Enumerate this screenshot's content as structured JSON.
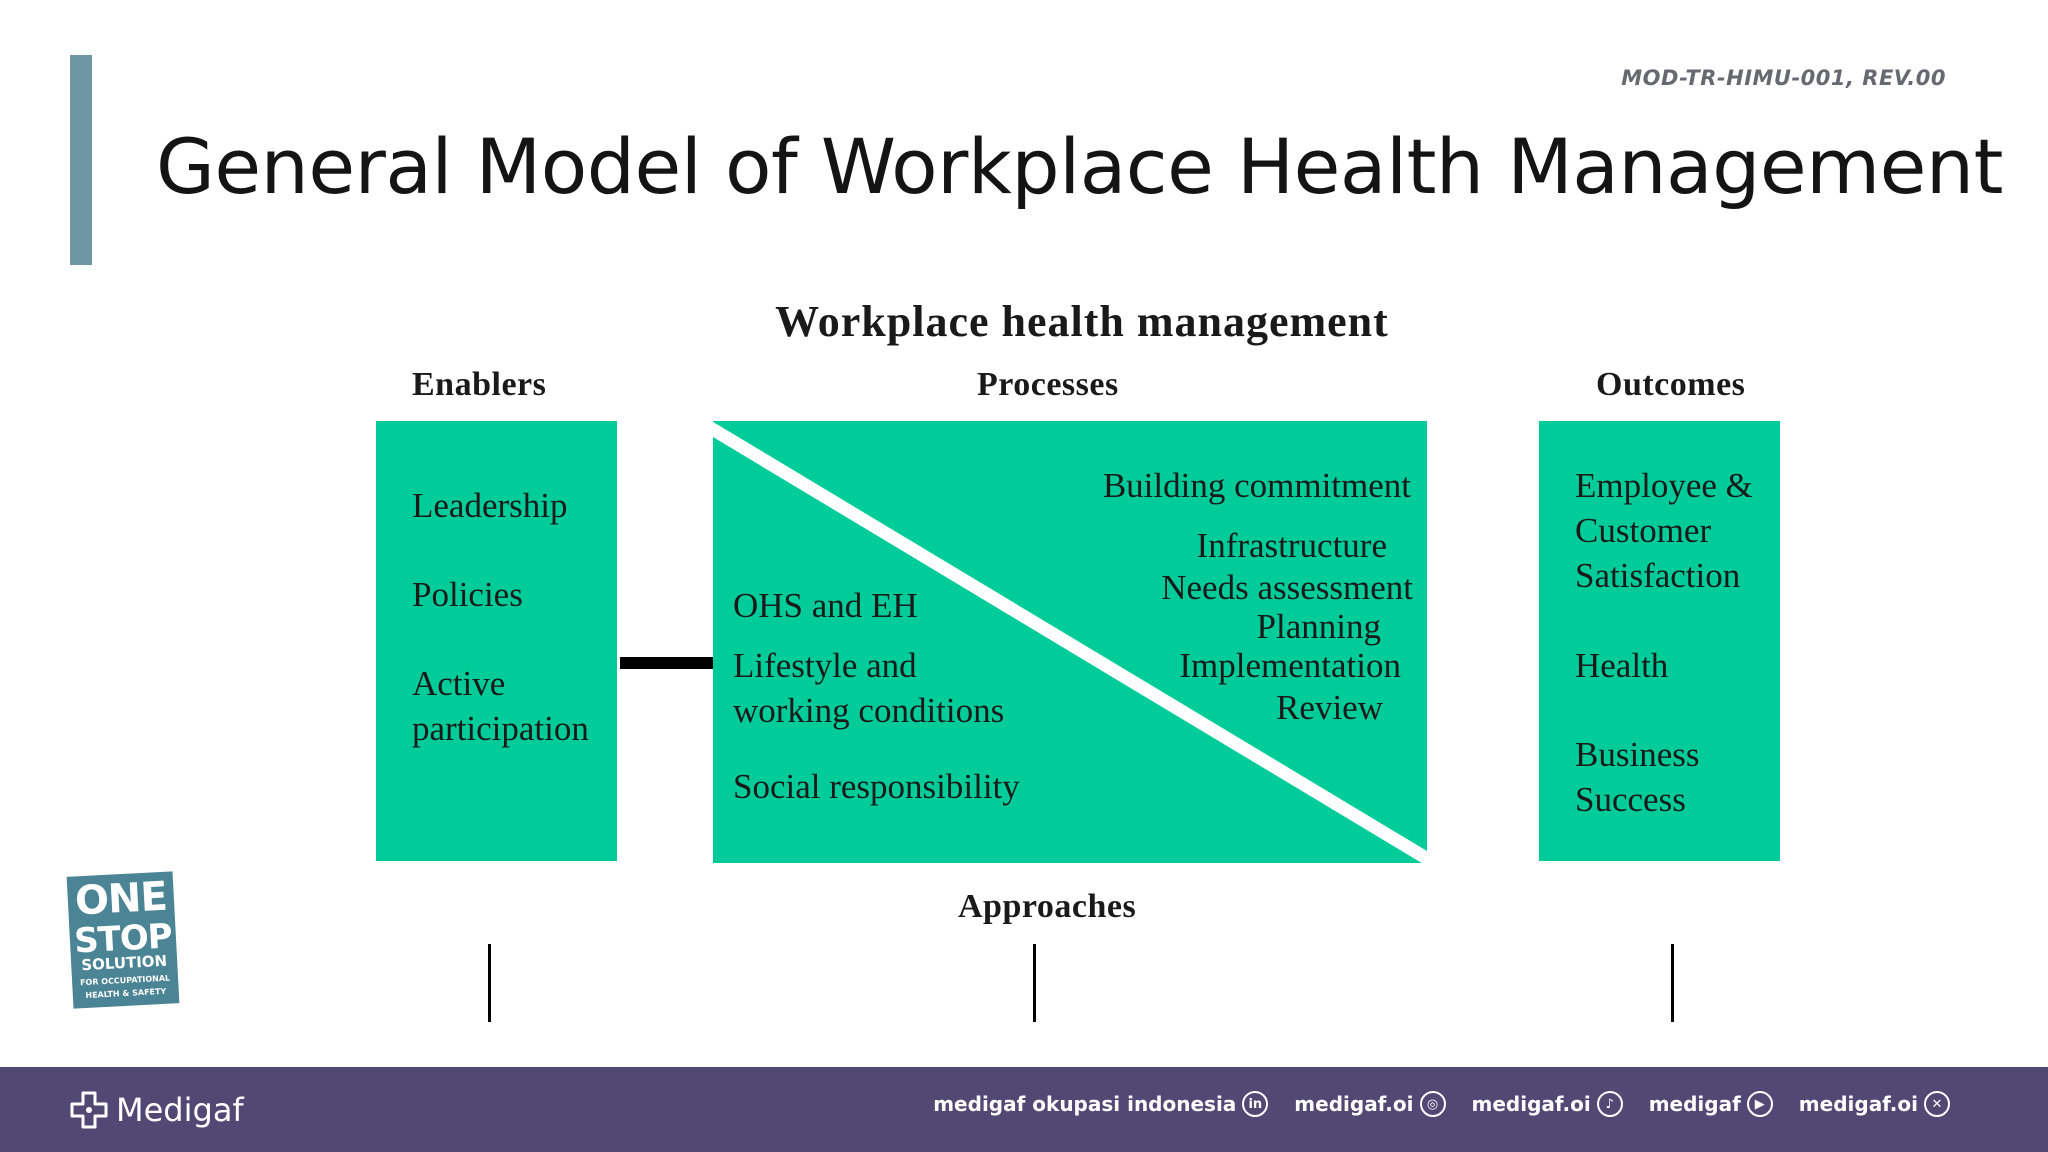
{
  "slide": {
    "doc_code": "MOD-TR-HIMU-001, REV.00",
    "title": "General Model of Workplace Health Management"
  },
  "diagram": {
    "title": "Workplace health management",
    "enablers": {
      "heading": "Enablers",
      "items": [
        "Leadership",
        "Policies",
        "Active",
        "participation"
      ]
    },
    "processes": {
      "heading": "Processes",
      "left_items": [
        "OHS and EH",
        "Lifestyle and",
        "working conditions",
        "Social responsibility"
      ],
      "right_items": [
        "Building commitment",
        "Infrastructure",
        "Needs assessment",
        "Planning",
        "Implementation",
        "Review"
      ]
    },
    "outcomes": {
      "heading": "Outcomes",
      "items": [
        "Employee &",
        "Customer",
        "Satisfaction",
        "Health",
        "Business",
        "Success"
      ]
    },
    "approaches_label": "Approaches",
    "box_color": "#00cc99"
  },
  "badge": {
    "line1": "ONE",
    "line2": "STOP",
    "line3": "SOLUTION",
    "line4": "FOR OCCUPATIONAL",
    "line5": "HEALTH & SAFETY"
  },
  "footer": {
    "brand": "Medigaf",
    "background": "#524874",
    "socials": [
      {
        "label": "medigaf okupasi indonesia",
        "icon": "in"
      },
      {
        "label": "medigaf.oi",
        "icon": "instagram-icon"
      },
      {
        "label": "medigaf.oi",
        "icon": "tiktok-icon"
      },
      {
        "label": "medigaf",
        "icon": "youtube-icon"
      },
      {
        "label": "medigaf.oi",
        "icon": "x-icon"
      }
    ]
  }
}
